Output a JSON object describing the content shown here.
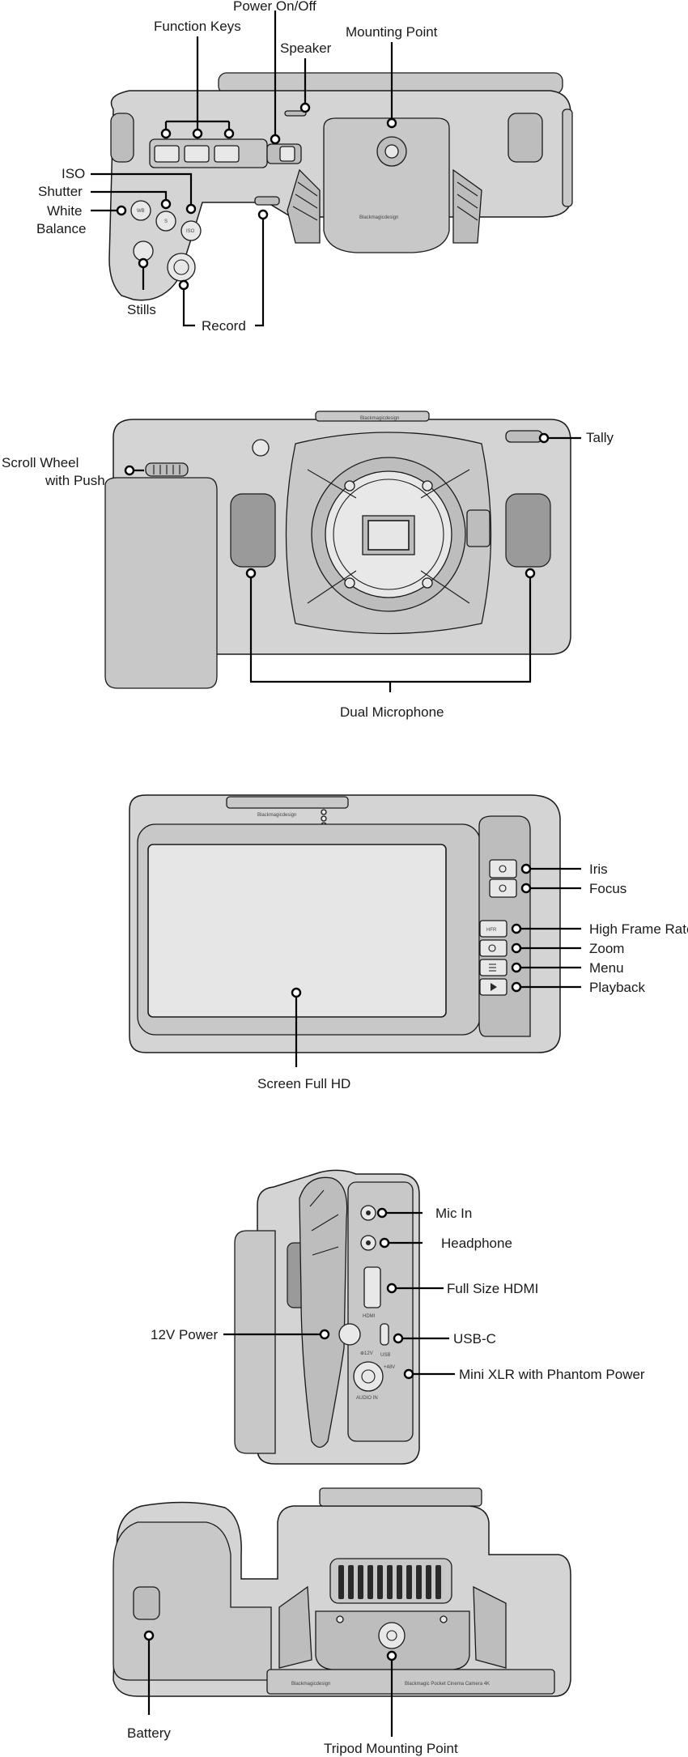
{
  "top_view": {
    "power": "Power On/Off",
    "function_keys": "Function Keys",
    "speaker": "Speaker",
    "mounting_point": "Mounting Point",
    "iso": "ISO",
    "shutter": "Shutter",
    "white": "White",
    "balance": "Balance",
    "stills": "Stills",
    "record": "Record",
    "btn_wb": "WB",
    "btn_s": "S",
    "btn_iso": "ISO",
    "brand": "Blackmagicdesign"
  },
  "front_view": {
    "tally": "Tally",
    "scroll_wheel": "Scroll Wheel",
    "with_push": "with Push",
    "dual_microphone": "Dual Microphone",
    "brand": "Blackmagicdesign"
  },
  "back_view": {
    "iris": "Iris",
    "focus": "Focus",
    "high_frame_rate": "High Frame Rate",
    "zoom": "Zoom",
    "menu": "Menu",
    "playback": "Playback",
    "screen": "Screen Full HD",
    "btn_hfr": "HFR",
    "brand": "Blackmagicdesign"
  },
  "side_view": {
    "mic_in": "Mic In",
    "headphone": "Headphone",
    "hdmi": "Full Size HDMI",
    "usbc": "USB-C",
    "mini_xlr": "Mini XLR with Phantom Power",
    "power_12v": "12V Power",
    "port_hdmi": "HDMI",
    "port_12v": "⊕12V",
    "port_usb": "USB",
    "port_audio": "AUDIO IN",
    "port_48v": "+48V"
  },
  "bottom_view": {
    "battery": "Battery",
    "tripod": "Tripod Mounting Point",
    "brand": "Blackmagicdesign",
    "model": "Blackmagic Pocket Cinema Camera 4K"
  }
}
